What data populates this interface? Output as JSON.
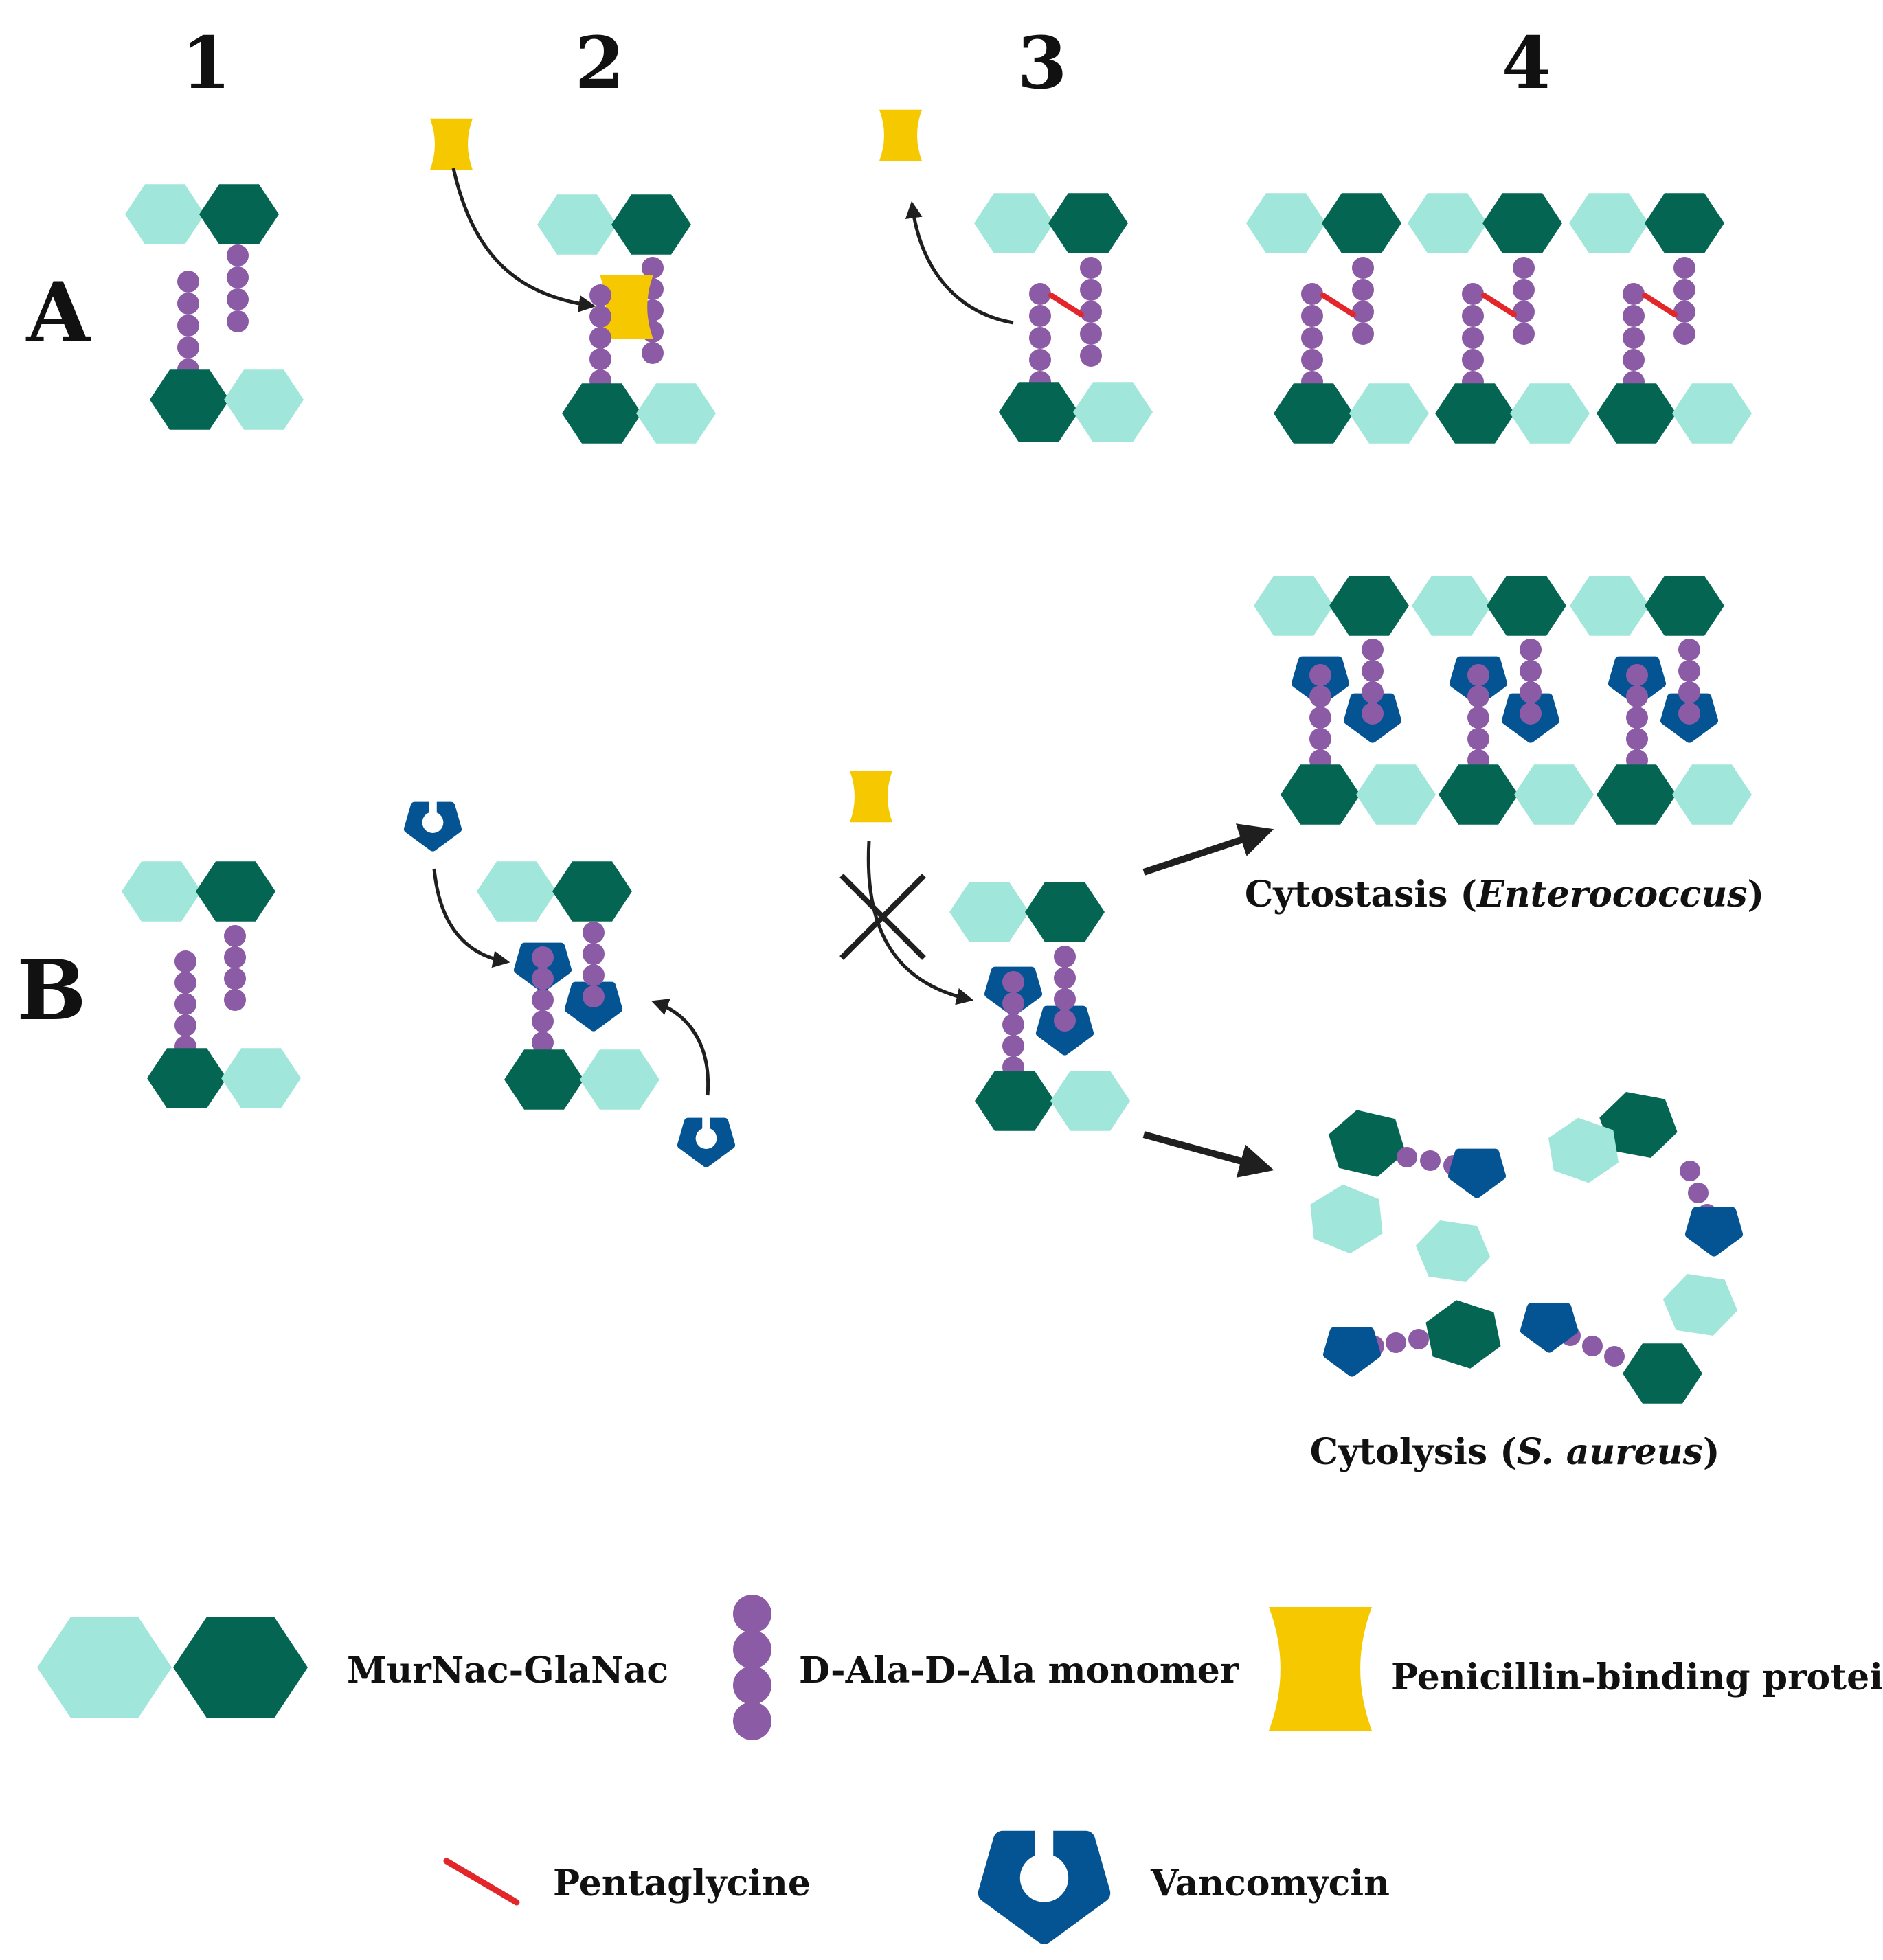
{
  "colors": {
    "murnac_light": "#a0e6da",
    "glanac_dark": "#046652",
    "d_ala": "#8c5ba6",
    "pbp": "#f5c800",
    "vancomycin": "#045494",
    "pentaglycine": "#e3262a",
    "arrow": "#1f1f1f"
  },
  "steps": [
    "1",
    "2",
    "3",
    "4"
  ],
  "rows": [
    "A",
    "B"
  ],
  "outcomes": {
    "cytostasis": {
      "prefix": "Cytostasis (",
      "organism": "Enterococcus",
      "suffix": ")"
    },
    "cytolysis": {
      "prefix": "Cytolysis (",
      "organism": "S. aureus",
      "suffix": ")"
    }
  },
  "legend": {
    "murnac": "MurNac-GlaNac",
    "dala": "D-Ala-D-Ala monomer",
    "pbp": "Penicillin-binding protein",
    "pentaglycine": "Pentaglycine",
    "vancomycin": "Vancomycin"
  },
  "icons": [
    "hexagon-icon",
    "bead-chain-icon",
    "pbp-icon",
    "vancomycin-icon",
    "pentaglycine-icon",
    "arrow-icon",
    "block-x-icon"
  ]
}
